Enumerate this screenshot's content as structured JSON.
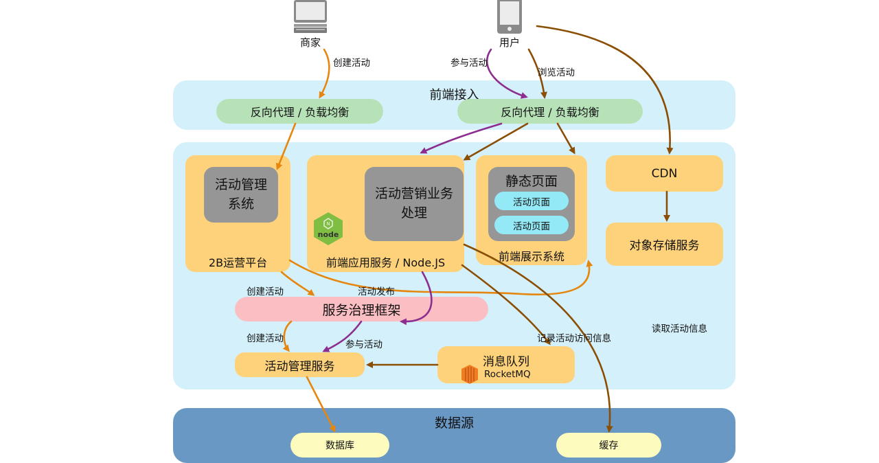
{
  "actors": {
    "merchant": {
      "label": "商家",
      "icon": "desktop-computer-icon"
    },
    "user": {
      "label": "用户",
      "icon": "mobile-phone-icon"
    }
  },
  "zones": {
    "frontend_access": {
      "title": "前端接入",
      "lb_left": "反向代理 / 负载均衡",
      "lb_right": "反向代理 / 负载均衡"
    },
    "services": {
      "ops_platform": {
        "title": "2B运营平台",
        "inner": "活动管理\n系统"
      },
      "node_app": {
        "title": "前端应用服务 / Node.JS",
        "inner": "活动营销业务\n处理",
        "logo": "nodejs-logo-icon",
        "logo_text": "node"
      },
      "display": {
        "title": "前端展示系统",
        "inner_title": "静态页面",
        "pages": [
          "活动页面",
          "活动页面"
        ]
      },
      "cdn": "CDN",
      "object_storage": "对象存储服务",
      "governance": "服务治理框架",
      "activity_service": "活动管理服务",
      "mq": {
        "title": "消息队列",
        "subtitle": "RocketMQ",
        "logo": "rocketmq-logo-icon"
      }
    },
    "data_source": {
      "title": "数据源",
      "db": "数据库",
      "cache": "缓存"
    }
  },
  "edge_labels": {
    "create_activity_1": "创建活动",
    "join_activity_1": "参与活动",
    "browse_activity": "浏览活动",
    "create_activity_2": "创建活动",
    "publish_activity": "活动发布",
    "create_activity_3": "创建活动",
    "join_activity_2": "参与活动",
    "record_visit": "记录活动访问信息",
    "read_activity": "读取活动信息"
  },
  "colors": {
    "frontend_zone": "#d4f0fa",
    "service_zone": "#d4f0fa",
    "data_zone": "#6a98c4",
    "green_pill": "#b7e2b8",
    "orange_block": "#fdd27a",
    "gray_block": "#969696",
    "pink_pill": "#fbbfc3",
    "cyan_pill": "#94e9f7",
    "yellow_pill": "#fdfcbe",
    "arrow_orange": "#e5870f",
    "arrow_brown": "#8a4e05",
    "arrow_purple": "#8c2e90"
  }
}
